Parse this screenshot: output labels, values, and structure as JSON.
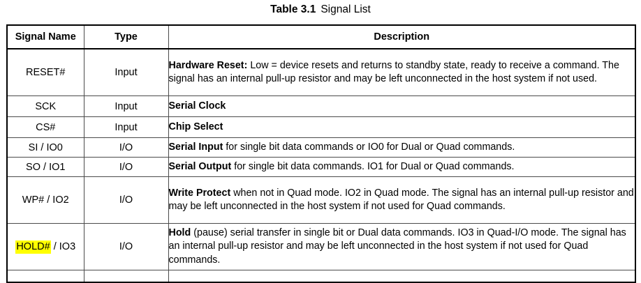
{
  "caption": {
    "label": "Table 3.1",
    "title": "Signal List"
  },
  "table": {
    "columns": [
      {
        "key": "signal_name",
        "header": "Signal Name"
      },
      {
        "key": "type",
        "header": "Type"
      },
      {
        "key": "description",
        "header": "Description"
      }
    ],
    "rows": [
      {
        "signal_name": "RESET#",
        "type": "Input",
        "desc_bold": "Hardware Reset:",
        "desc_text": " Low = device resets and returns to standby state, ready to receive a command. The signal has an internal pull-up resistor and may be left unconnected in the host system if not used.",
        "highlight": false
      },
      {
        "signal_name": "SCK",
        "type": "Input",
        "desc_bold": "Serial Clock",
        "desc_text": "",
        "highlight": false
      },
      {
        "signal_name": "CS#",
        "type": "Input",
        "desc_bold": "Chip Select",
        "desc_text": "",
        "highlight": false
      },
      {
        "signal_name": "SI / IO0",
        "type": "I/O",
        "desc_bold": "Serial Input",
        "desc_text": " for single bit data commands or IO0 for Dual or Quad commands.",
        "highlight": false
      },
      {
        "signal_name": "SO / IO1",
        "type": "I/O",
        "desc_bold": "Serial Output",
        "desc_text": " for single bit data commands. IO1 for Dual or Quad commands.",
        "highlight": false
      },
      {
        "signal_name": "WP# / IO2",
        "type": "I/O",
        "desc_bold": "Write Protect",
        "desc_text": " when not in Quad mode. IO2 in Quad mode. The signal has an internal pull-up resistor and may be left unconnected in the host system if not used for Quad commands.",
        "highlight": false
      },
      {
        "signal_name_highlighted": "HOLD#",
        "signal_name_rest": " / IO3",
        "signal_name": "HOLD# / IO3",
        "type": "I/O",
        "desc_bold": "Hold",
        "desc_text": " (pause) serial transfer in single bit or Dual data commands. IO3 in Quad-I/O mode. The signal has an internal pull-up resistor and may be left unconnected in the host system if not used for Quad commands.",
        "highlight": true
      },
      {
        "signal_name": "",
        "type": "",
        "desc_bold": "",
        "desc_text": "",
        "highlight": false,
        "partial": true
      }
    ]
  },
  "colors": {
    "highlight": "#ffff00",
    "text": "#000000",
    "border_outer": "#000000",
    "border_inner": "#4a4a4a",
    "background": "#ffffff"
  }
}
